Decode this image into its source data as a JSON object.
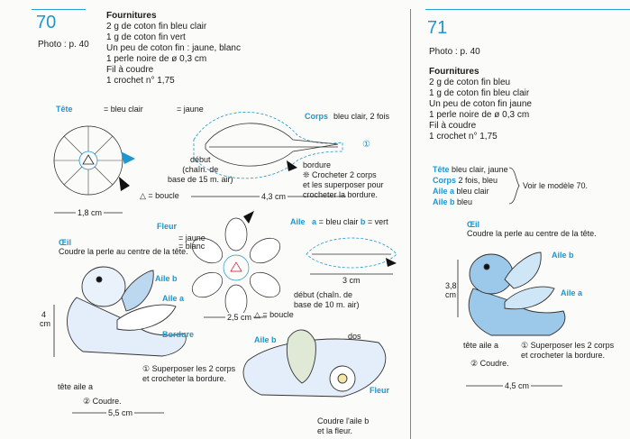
{
  "left": {
    "number": "70",
    "photo": "Photo : p. 40",
    "supplies_title": "Fournitures",
    "supplies": [
      "2 g de coton fin bleu clair",
      "1 g de coton fin vert",
      "Un peu de coton fin : jaune, blanc",
      "1 perle noire de ø 0,3 cm",
      "Fil à coudre",
      "1 crochet n° 1,75"
    ],
    "head_label": "Tête",
    "head_legend_1": "= bleu clair",
    "head_legend_2": "= jaune",
    "body_label": "Corps",
    "body_colors": "bleu clair, 2 fois",
    "debut_body": [
      "début",
      "(chaîn. de",
      "base de 15 m. air)"
    ],
    "bordure_title": "bordure",
    "bordure_note": [
      "❊ Crocheter 2 corps",
      "et les superposer pour",
      "crocheter la bordure."
    ],
    "circle_1": "①",
    "boucle": "△ = boucle",
    "dim_18": "1,8 cm",
    "dim_43": "4,3 cm",
    "flower_label": "Fleur",
    "flower_legend_1": "= jaune",
    "flower_legend_2": "= blanc",
    "wing_label": "Aile",
    "wing_a": "a",
    "wing_a_color": "= bleu clair",
    "wing_b": "b",
    "wing_b_color": "= vert",
    "eye_label": "Œil",
    "eye_note": "Coudre la perle au centre de la tête.",
    "aile_b": "Aile b",
    "aile_a": "Aile a",
    "bordure": "Bordure",
    "dim_4": "4",
    "dim_cm": "cm",
    "dim_25": "2,5 cm",
    "boucle_2": "△ = boucle",
    "dim_3": "3 cm",
    "debut_wing": [
      "début (chaîn. de",
      "base de 10 m. air)"
    ],
    "superposer": [
      "① Superposer les 2 corps",
      "et crocheter la bordure."
    ],
    "tete_aile": "tête  aile a",
    "coudre": "② Coudre.",
    "dim_55": "5,5 cm",
    "aile_b_2": "Aile b",
    "dos": "dos",
    "fleur": "Fleur",
    "coudre_aile": [
      "Coudre l'aile b",
      "et la fleur."
    ]
  },
  "right": {
    "number": "71",
    "photo": "Photo : p. 40",
    "supplies_title": "Fournitures",
    "supplies": [
      "2 g de coton fin bleu",
      "1 g de coton fin bleu clair",
      "Un peu de coton fin jaune",
      "1 perle noire de ø 0,3 cm",
      "Fil à coudre",
      "1 crochet n° 1,75"
    ],
    "parts": [
      {
        "name": "Tête",
        "desc": "bleu clair, jaune"
      },
      {
        "name": "Corps",
        "desc": "2 fois, bleu"
      },
      {
        "name": "Aile a",
        "desc": "bleu clair"
      },
      {
        "name": "Aile b",
        "desc": "bleu"
      }
    ],
    "voir": "Voir le modèle 70.",
    "eye_label": "Œil",
    "eye_note": "Coudre la perle au centre de la tête.",
    "aile_b": "Aile b",
    "aile_a": "Aile a",
    "dim_38": "3,8",
    "dim_cm": "cm",
    "tete_aile": "tête  aile a",
    "superposer": [
      "① Superposer les 2 corps",
      "et crocheter la bordure."
    ],
    "coudre": "② Coudre.",
    "dim_45": "4,5 cm"
  },
  "colors": {
    "accent": "#1e96cf",
    "lightblue": "#cfe6f6",
    "blue": "#9cc8ea",
    "green": "#dfe9d5",
    "yellow": "#f6e7a8"
  }
}
